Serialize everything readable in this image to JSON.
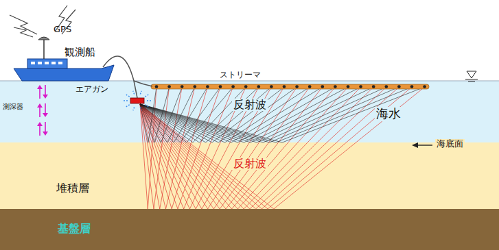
{
  "diagram": {
    "nodes": [
      {
        "text": [
          "海水"
        ]
      },
      {
        "text": [
          "堆積層"
        ]
      },
      {
        "text": [
          "基盤層"
        ]
      }
    ],
    "labels": [
      "GPS",
      "観測船",
      "測深器",
      "エアガン",
      "ストリーマ",
      "反射波",
      "海底面",
      "反射波"
    ]
  }
}
